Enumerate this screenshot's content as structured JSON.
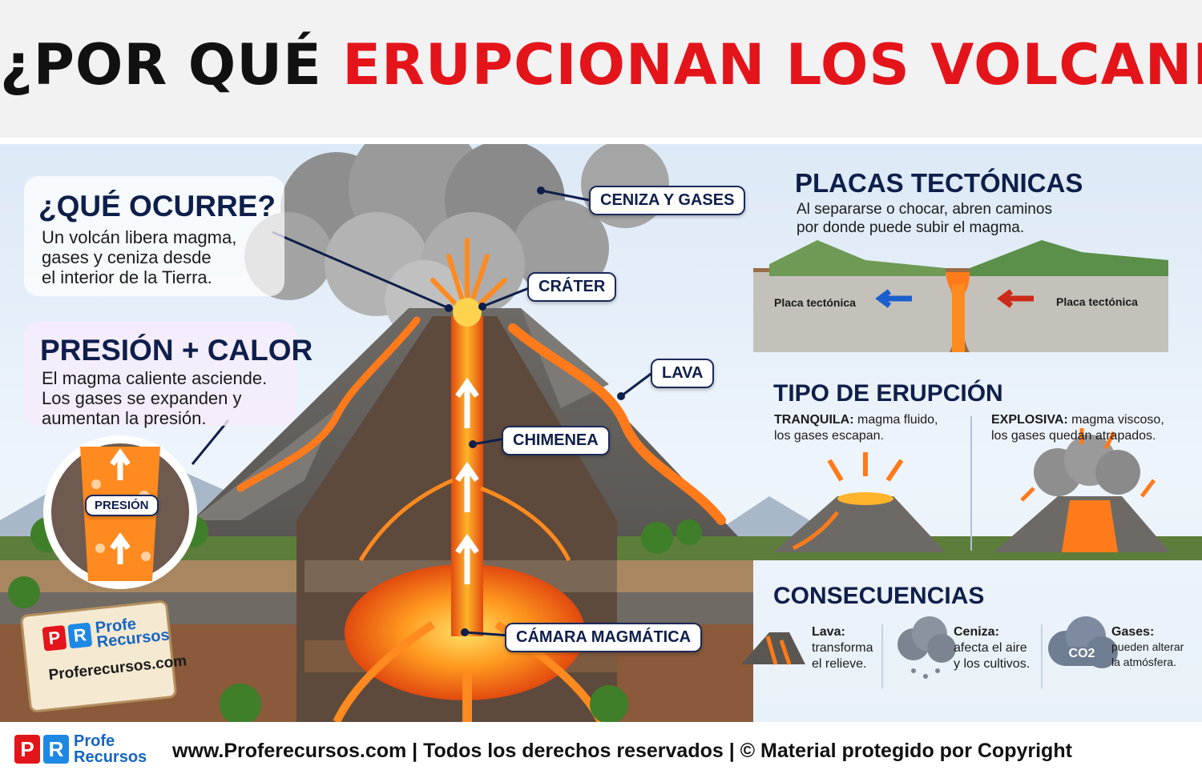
{
  "title": {
    "part1": "¿POR QUÉ ",
    "part2": "ERUPCIONAN LOS VOLCANES",
    "part3": "?"
  },
  "colors": {
    "title_red": "#e4141b",
    "navy": "#0f1f4b",
    "lava": "#f26a1b",
    "sky": "#dce9f6"
  },
  "que_ocurre": {
    "heading": "¿QUÉ OCURRE?",
    "lines": [
      "Un volcán libera magma,",
      "gases y ceniza desde",
      "el interior de la Tierra."
    ]
  },
  "presion_calor": {
    "heading": "PRESIÓN + CALOR",
    "lines": [
      "El magma caliente asciende.",
      "Los gases se expanden y",
      "aumentan la presión."
    ],
    "badge": "PRESIÓN"
  },
  "labels": {
    "ceniza": "CENIZA Y GASES",
    "crater": "CRÁTER",
    "lava": "LAVA",
    "chimenea": "CHIMENEA",
    "camara": "CÁMARA MAGMÁTICA"
  },
  "placas": {
    "heading": "PLACAS TECTÓNICAS",
    "lines": [
      "Al separarse o chocar, abren caminos",
      "por donde puede subir el magma."
    ],
    "plate_left": "Placa tectónica",
    "plate_right": "Placa tectónica"
  },
  "tipo": {
    "heading": "TIPO DE ERUPCIÓN",
    "tranquila_key": "TRANQUILA:",
    "tranquila_rest": " magma fluido,",
    "tranquila_line2": "los gases escapan.",
    "explosiva_key": "EXPLOSIVA:",
    "explosiva_rest": " magma viscoso,",
    "explosiva_line2": "los gases quedan atrapados."
  },
  "consecuencias": {
    "heading": "CONSECUENCIAS",
    "items": [
      {
        "title": "Lava:",
        "lines": [
          "transforma",
          "el relieve."
        ],
        "icon": "lava-rock-icon"
      },
      {
        "title": "Ceniza:",
        "lines": [
          "afecta el aire",
          "y los cultivos."
        ],
        "icon": "ash-cloud-icon"
      },
      {
        "title": "Gases:",
        "lines": [
          "pueden alterar",
          "la atmósfera."
        ],
        "icon": "co2-cloud-icon",
        "badge": "CO2"
      }
    ]
  },
  "sign": {
    "p": "P",
    "r": "R",
    "word1": "Profe",
    "word2": "Recursos",
    "url": "Proferecursos.com"
  },
  "footer": {
    "logo_p": "P",
    "logo_r": "R",
    "logo_word1": "Profe",
    "logo_word2": "Recursos",
    "text": "www.Proferecursos.com | Todos los derechos reservados | © Material protegido por Copyright"
  }
}
